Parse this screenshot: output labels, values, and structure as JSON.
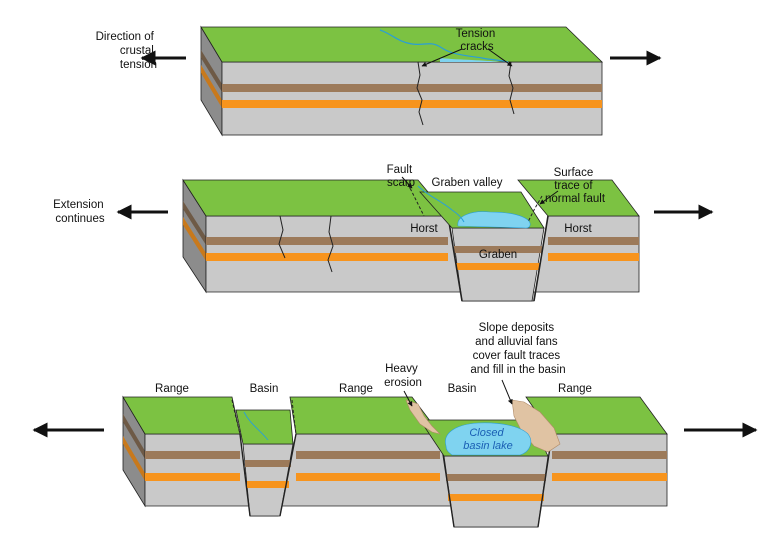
{
  "colors": {
    "surface": "#7cc242",
    "gray": "#c9c9c9",
    "gray_dark": "#8c8c8c",
    "brown": "#9c7a5a",
    "orange": "#f7941d",
    "water": "#7fd3f0",
    "river": "#2a9fd6",
    "deposit": "#e0c3a3",
    "arrow": "#111111"
  },
  "panels": [
    {
      "left_label": [
        "Direction of",
        "crustal",
        "tension"
      ],
      "labels": [
        {
          "key": "tension_cracks",
          "lines": [
            "Tension",
            "cracks"
          ]
        }
      ]
    },
    {
      "left_label": [
        "Extension",
        "continues"
      ],
      "labels": [
        {
          "key": "fault_scarp",
          "lines": [
            "Fault",
            "scarp"
          ]
        },
        {
          "key": "graben_valley",
          "lines": [
            "Graben valley"
          ]
        },
        {
          "key": "surface_trace",
          "lines": [
            "Surface",
            "trace of",
            "normal fault"
          ]
        },
        {
          "key": "horst_left",
          "lines": [
            "Horst"
          ]
        },
        {
          "key": "horst_right",
          "lines": [
            "Horst"
          ]
        },
        {
          "key": "graben",
          "lines": [
            "Graben"
          ]
        }
      ]
    },
    {
      "left_label": [],
      "labels": [
        {
          "key": "range_1",
          "lines": [
            "Range"
          ]
        },
        {
          "key": "basin_1",
          "lines": [
            "Basin"
          ]
        },
        {
          "key": "range_2",
          "lines": [
            "Range"
          ]
        },
        {
          "key": "heavy_erosion",
          "lines": [
            "Heavy",
            "erosion"
          ]
        },
        {
          "key": "basin_2",
          "lines": [
            "Basin"
          ]
        },
        {
          "key": "range_3",
          "lines": [
            "Range"
          ]
        },
        {
          "key": "slope_deposits",
          "lines": [
            "Slope deposits",
            "and alluvial fans",
            "cover fault traces",
            "and fill in the basin"
          ]
        },
        {
          "key": "closed_lake",
          "lines": [
            "Closed",
            "basin lake"
          ]
        }
      ]
    }
  ]
}
